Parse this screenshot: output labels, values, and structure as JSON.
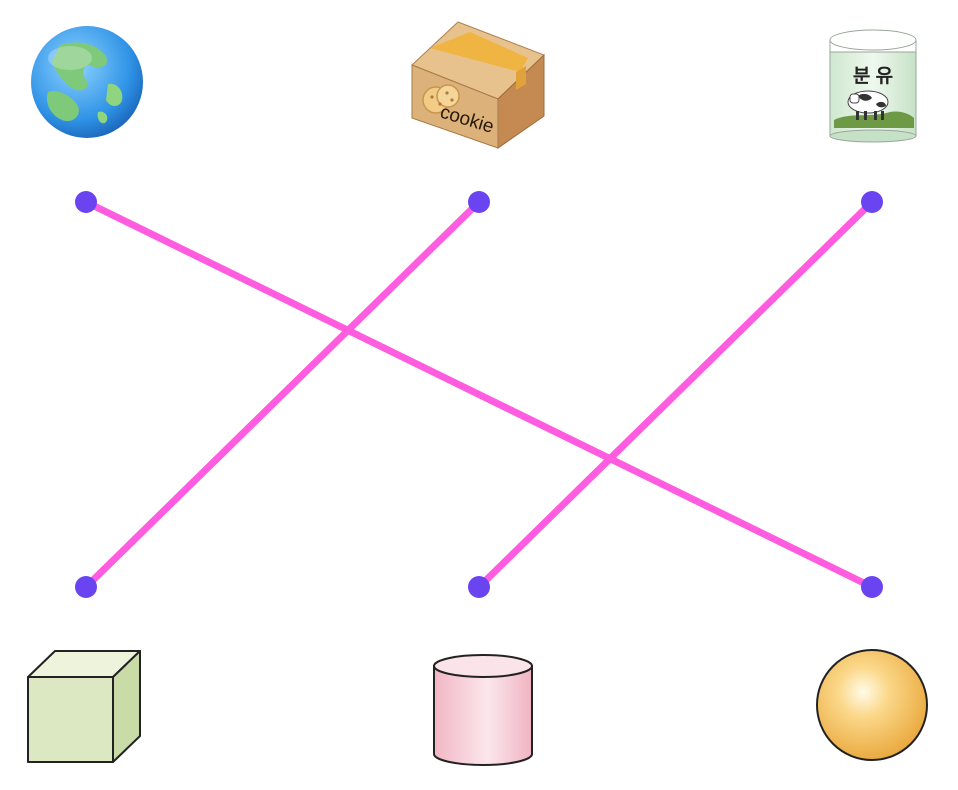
{
  "colors": {
    "line": "#ff5ce0",
    "dot": "#6a44f0",
    "background": "#ffffff"
  },
  "top_items": [
    {
      "name": "globe",
      "icon": "globe-icon"
    },
    {
      "name": "cookie-box",
      "icon": "cookie-box-icon",
      "text": "cookie"
    },
    {
      "name": "formula-can",
      "icon": "formula-can-icon",
      "text": "분 유"
    }
  ],
  "bottom_items": [
    {
      "name": "cube",
      "icon": "cube-icon"
    },
    {
      "name": "cylinder",
      "icon": "cylinder-icon"
    },
    {
      "name": "sphere",
      "icon": "sphere-icon"
    }
  ],
  "connections": [
    {
      "from": "globe",
      "to": "sphere"
    },
    {
      "from": "cookie-box",
      "to": "cube"
    },
    {
      "from": "formula-can",
      "to": "cylinder"
    }
  ]
}
